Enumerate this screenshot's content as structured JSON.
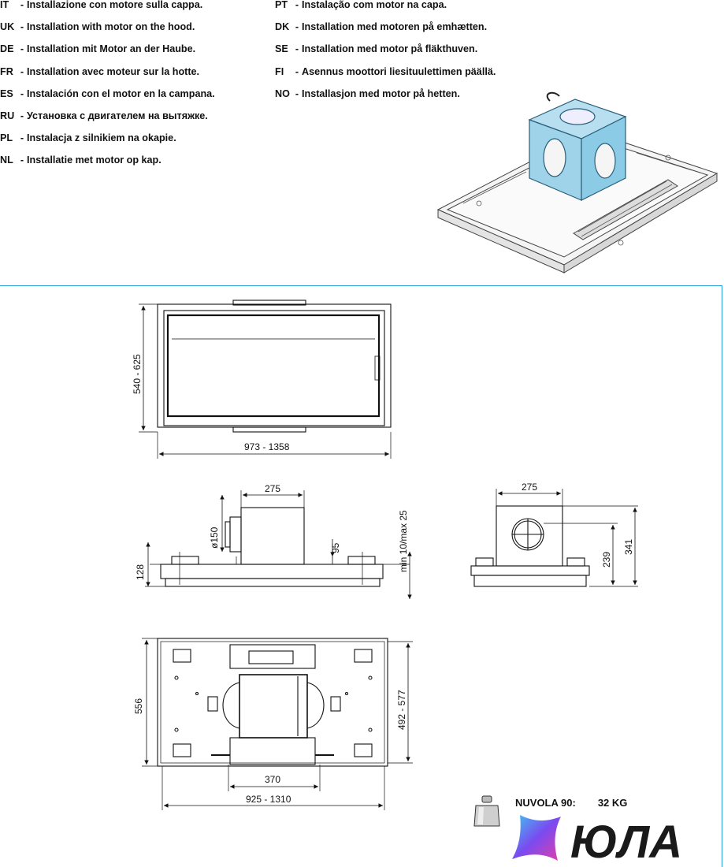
{
  "instructions": {
    "left": [
      {
        "code": "IT",
        "text": "Installazione con motore sulla cappa."
      },
      {
        "code": "UK",
        "text": "Installation with motor on the hood."
      },
      {
        "code": "DE",
        "text": "Installation mit Motor an der Haube."
      },
      {
        "code": "FR",
        "text": "Installation avec moteur sur la hotte."
      },
      {
        "code": "ES",
        "text": "Instalación con el motor en la campana."
      },
      {
        "code": "RU",
        "text": "Установка с двигателем на вытяжке."
      },
      {
        "code": "PL",
        "text": "Instalacja z silnikiem na okapie."
      },
      {
        "code": "NL",
        "text": "Installatie met motor op kap."
      }
    ],
    "right": [
      {
        "code": "PT",
        "text": "Instalação com motor na capa."
      },
      {
        "code": "DK",
        "text": "Installation med motoren på emhætten."
      },
      {
        "code": "SE",
        "text": "Installation med motor på fläkthuven."
      },
      {
        "code": "FI",
        "text": "Asennus moottori liesituulettimen päällä."
      },
      {
        "code": "NO",
        "text": "Installasjon med motor på hetten."
      }
    ],
    "separator": "-"
  },
  "dimensions": {
    "top_height": "540 - 625",
    "top_width": "973 - 1358",
    "side_motor_width": "275",
    "duct_diameter": "ø150",
    "motor_offset": "95",
    "body_height": "128",
    "ceiling_gap": "min 10/max 25",
    "front_motor_width": "275",
    "outlet_height": "239",
    "total_height": "341",
    "bottom_depth": "556",
    "bottom_inner_depth": "492 - 577",
    "bottom_center_width": "370",
    "bottom_width": "925 - 1310"
  },
  "weight": {
    "model": "NUVOLA 90:",
    "value": "32 KG"
  },
  "brand": {
    "wordmark": "ЮЛА",
    "accent_colors": [
      "#3ec7f2",
      "#7a4bf0",
      "#e43ea8"
    ]
  },
  "frame_color": "#2b9ed8"
}
